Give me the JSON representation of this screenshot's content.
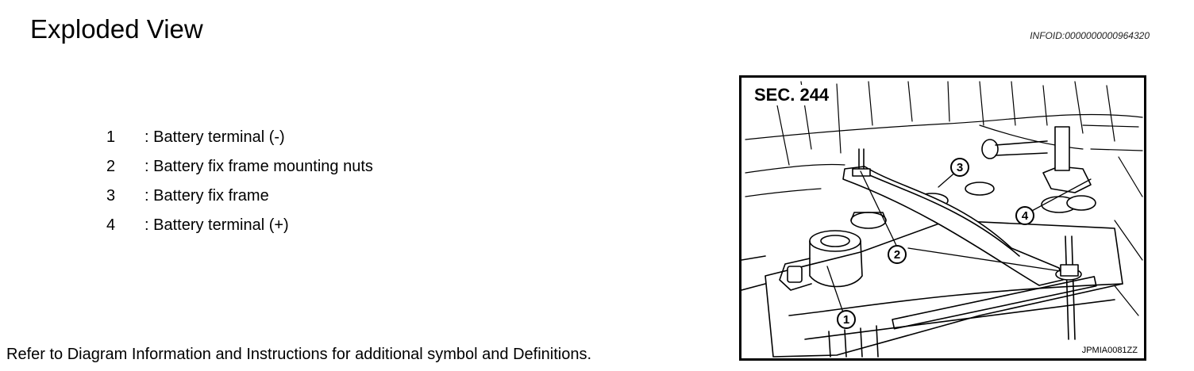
{
  "header": {
    "title": "Exploded View",
    "info_id": "INFOID:0000000000964320"
  },
  "legend": {
    "items": [
      {
        "number": "1",
        "label": ": Battery terminal (-)"
      },
      {
        "number": "2",
        "label": ": Battery fix frame mounting nuts"
      },
      {
        "number": "3",
        "label": ": Battery fix frame"
      },
      {
        "number": "4",
        "label": ": Battery terminal (+)"
      }
    ]
  },
  "figure": {
    "section": "SEC. 244",
    "code": "JPMIA0081ZZ",
    "callouts": [
      "1",
      "2",
      "3",
      "4"
    ]
  },
  "footer": {
    "note": "Refer to Diagram Information and Instructions for additional symbol  and Definitions."
  }
}
